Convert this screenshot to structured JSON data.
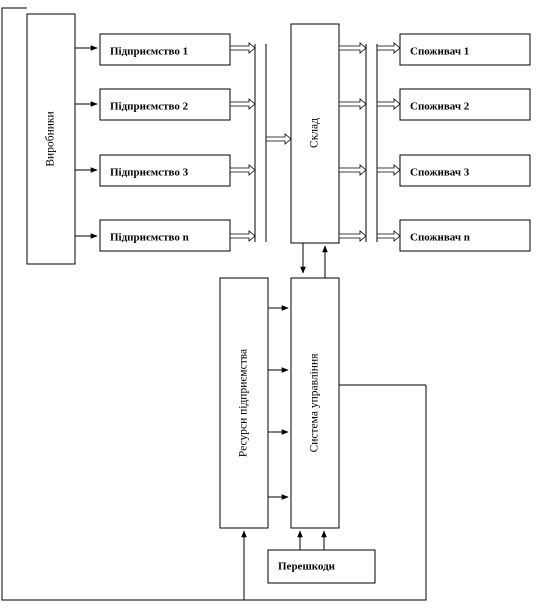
{
  "producers": "Виробники",
  "enterprises": [
    "Підприємство 1",
    "Підприємство 2",
    "Підприємство 3",
    "Підприємство n"
  ],
  "warehouse": "Склад",
  "consumers": [
    "Споживач 1",
    "Споживач 2",
    "Споживач 3",
    "Споживач n"
  ],
  "resources": "Ресурси підприємства",
  "management": "Система управління",
  "obstacles": "Перешкоди"
}
